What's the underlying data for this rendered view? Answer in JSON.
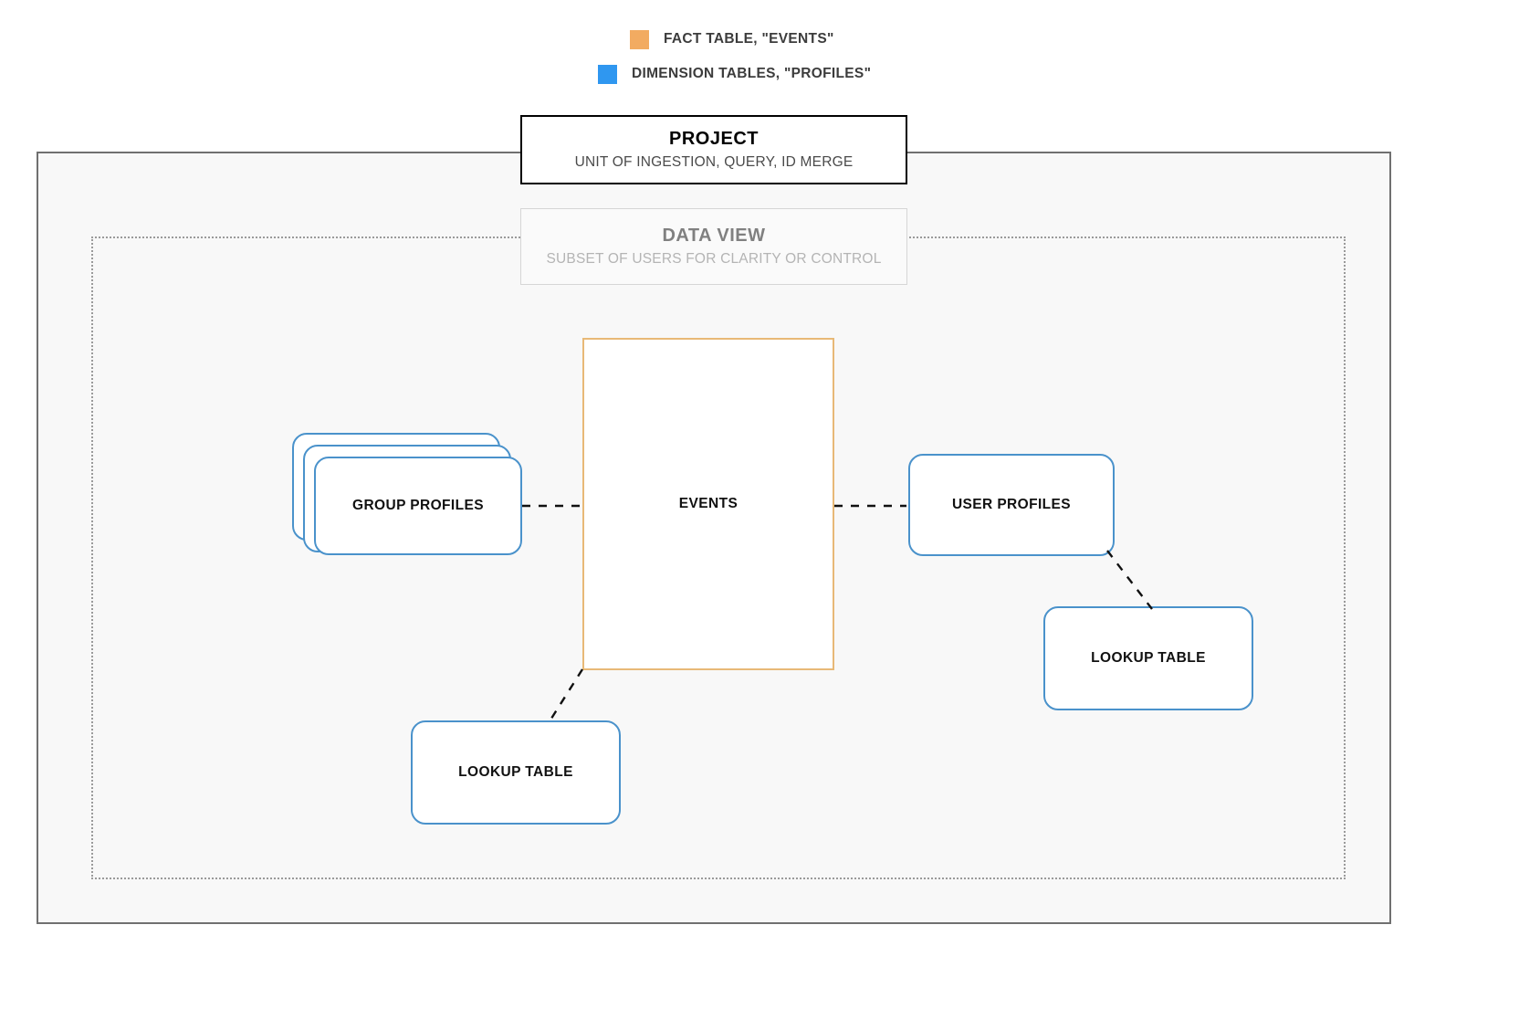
{
  "legend": {
    "items": [
      {
        "label": "FACT TABLE, \"EVENTS\"",
        "color": "#f2ab61",
        "icon": "orange-square-swatch"
      },
      {
        "label": "DIMENSION TABLES, \"PROFILES\"",
        "color": "#2f97f0",
        "icon": "blue-square-swatch"
      }
    ]
  },
  "project": {
    "title": "PROJECT",
    "subtitle": "UNIT OF INGESTION, QUERY, ID MERGE"
  },
  "data_view": {
    "title": "DATA VIEW",
    "subtitle": "SUBSET OF USERS FOR CLARITY OR CONTROL"
  },
  "nodes": {
    "events": {
      "label": "EVENTS",
      "color": "#e8b977"
    },
    "group_profiles": {
      "label": "GROUP PROFILES",
      "color": "#4a92cb",
      "stack_count": 3
    },
    "user_profiles": {
      "label": "USER PROFILES",
      "color": "#4a92cb"
    },
    "lookup_table_right": {
      "label": "LOOKUP TABLE",
      "color": "#4a92cb"
    },
    "lookup_table_left": {
      "label": "LOOKUP TABLE",
      "color": "#4a92cb"
    }
  },
  "connections": [
    {
      "from": "group_profiles",
      "to": "events",
      "style": "dashed"
    },
    {
      "from": "events",
      "to": "user_profiles",
      "style": "dashed"
    },
    {
      "from": "user_profiles",
      "to": "lookup_table_right",
      "style": "dashed"
    },
    {
      "from": "events",
      "to": "lookup_table_left",
      "style": "dashed"
    }
  ],
  "colors": {
    "fact_accent": "#e8b977",
    "dimension_accent": "#4a92cb",
    "container_border": "#707070",
    "dataview_border": "#9a9a9a",
    "canvas_background": "#f8f8f8"
  }
}
